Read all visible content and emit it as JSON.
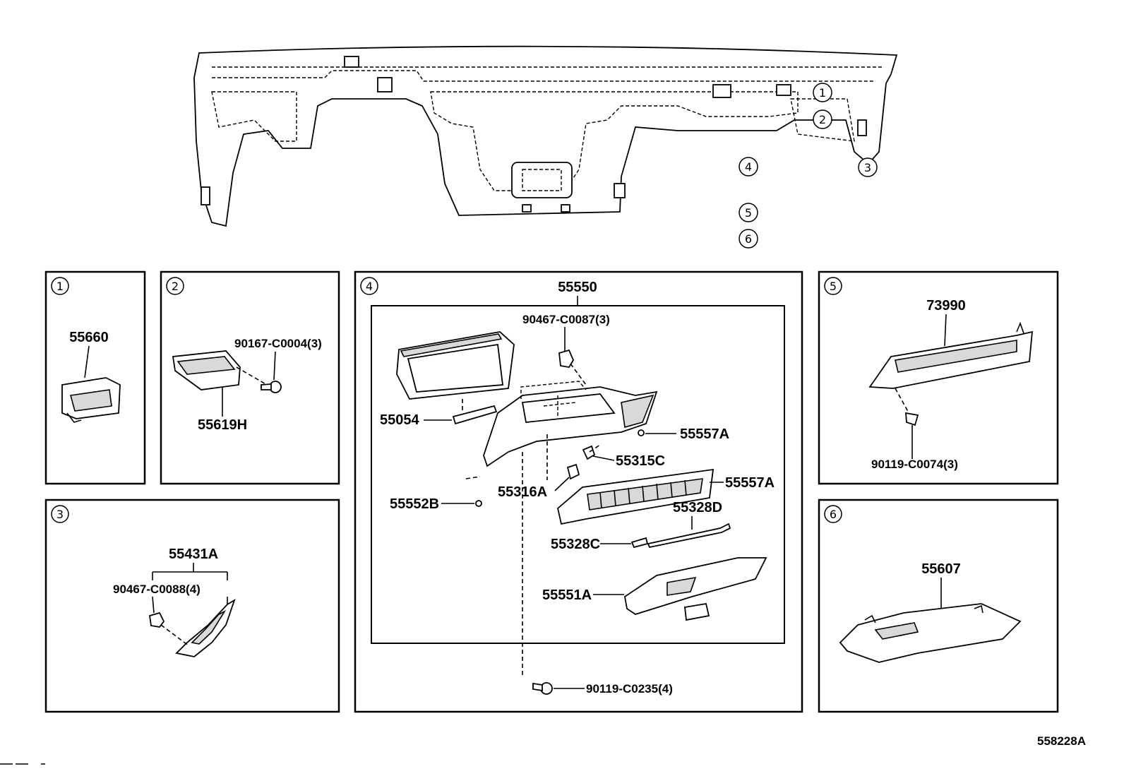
{
  "diagram_id": "558228A",
  "callouts": [
    "1",
    "2",
    "3",
    "4",
    "5",
    "6"
  ],
  "panels": {
    "p1": {
      "num": "1",
      "parts": [
        "55660"
      ]
    },
    "p2": {
      "num": "2",
      "parts": [
        "90167-C0004(3)",
        "55619H"
      ]
    },
    "p3": {
      "num": "3",
      "parts": [
        "55431A",
        "90467-C0088(4)"
      ]
    },
    "p4": {
      "num": "4",
      "parts": [
        "55550",
        "90467-C0087(3)",
        "55054",
        "55557A",
        "55315C",
        "55316A",
        "55552B",
        "55557A",
        "55328D",
        "55328C",
        "55551A",
        "90119-C0235(4)"
      ]
    },
    "p5": {
      "num": "5",
      "parts": [
        "73990",
        "90119-C0074(3)"
      ]
    },
    "p6": {
      "num": "6",
      "parts": [
        "55607"
      ]
    }
  }
}
